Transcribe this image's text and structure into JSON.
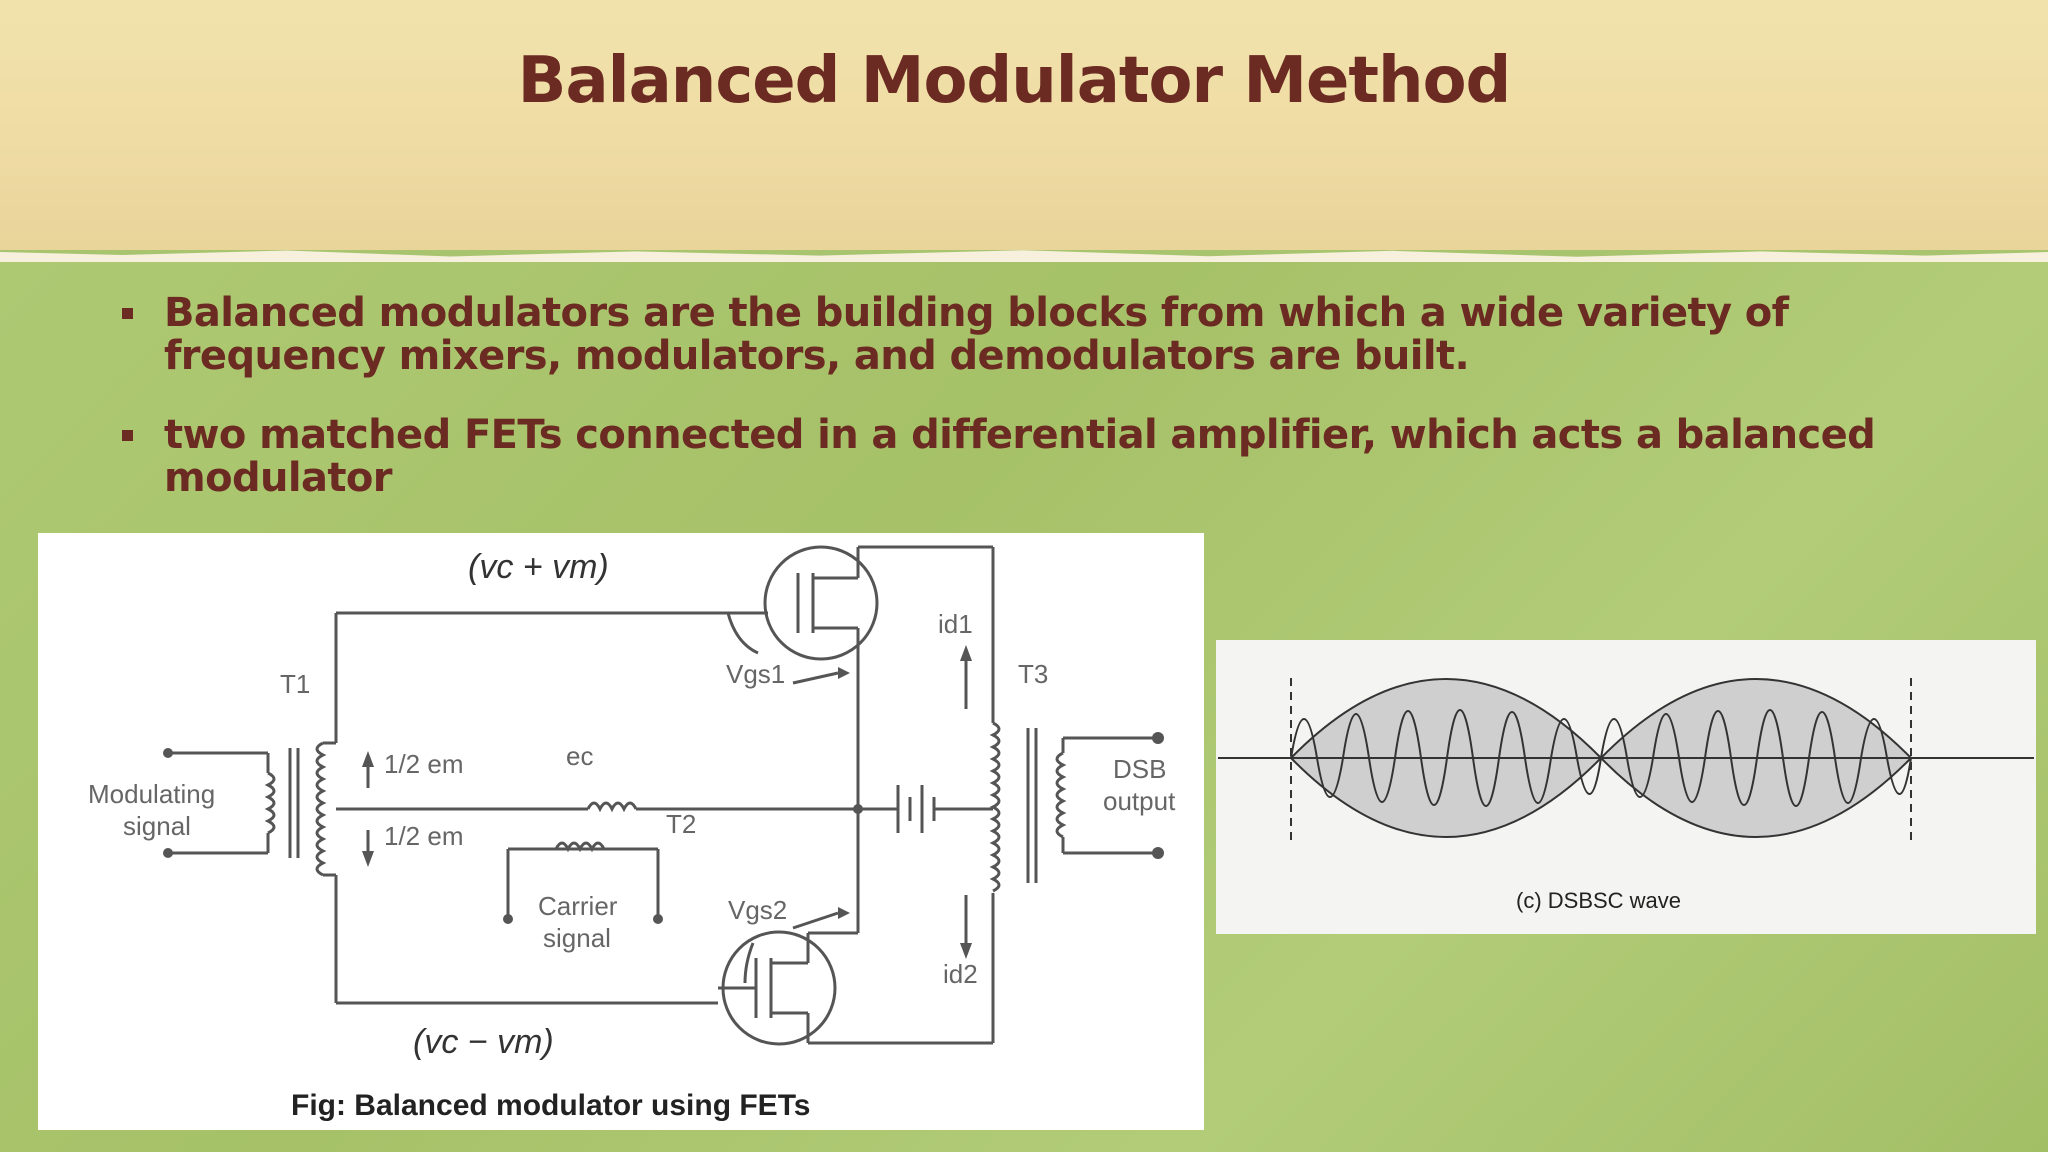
{
  "slide": {
    "title": "Balanced Modulator Method",
    "bullets": [
      "Balanced modulators are the building blocks from which a wide variety of frequency mixers, modulators, and demodulators are built.",
      "two matched FETs connected in a differential amplifier, which acts a balanced modulator"
    ]
  },
  "circuit_figure": {
    "top_expr": "(vc + vm)",
    "bottom_expr": "(vc − vm)",
    "labels": {
      "t1": "T1",
      "t2": "T2",
      "t3": "T3",
      "modulating": "Modulating",
      "signal": "signal",
      "half_em_top": "1/2 em",
      "half_em_bottom": "1/2 em",
      "ec": "ec",
      "carrier": "Carrier",
      "carrier_signal": "signal",
      "vgs1": "Vgs1",
      "vgs2": "Vgs2",
      "id1": "id1",
      "id2": "id2",
      "dsb": "DSB",
      "output": "output"
    },
    "caption": "Fig: Balanced modulator using FETs"
  },
  "wave_figure": {
    "caption": "(c)  DSBSC wave"
  },
  "colors": {
    "title": "#6b2a22",
    "header_bg": "#efdca4",
    "body_bg": "#a9c46e"
  }
}
